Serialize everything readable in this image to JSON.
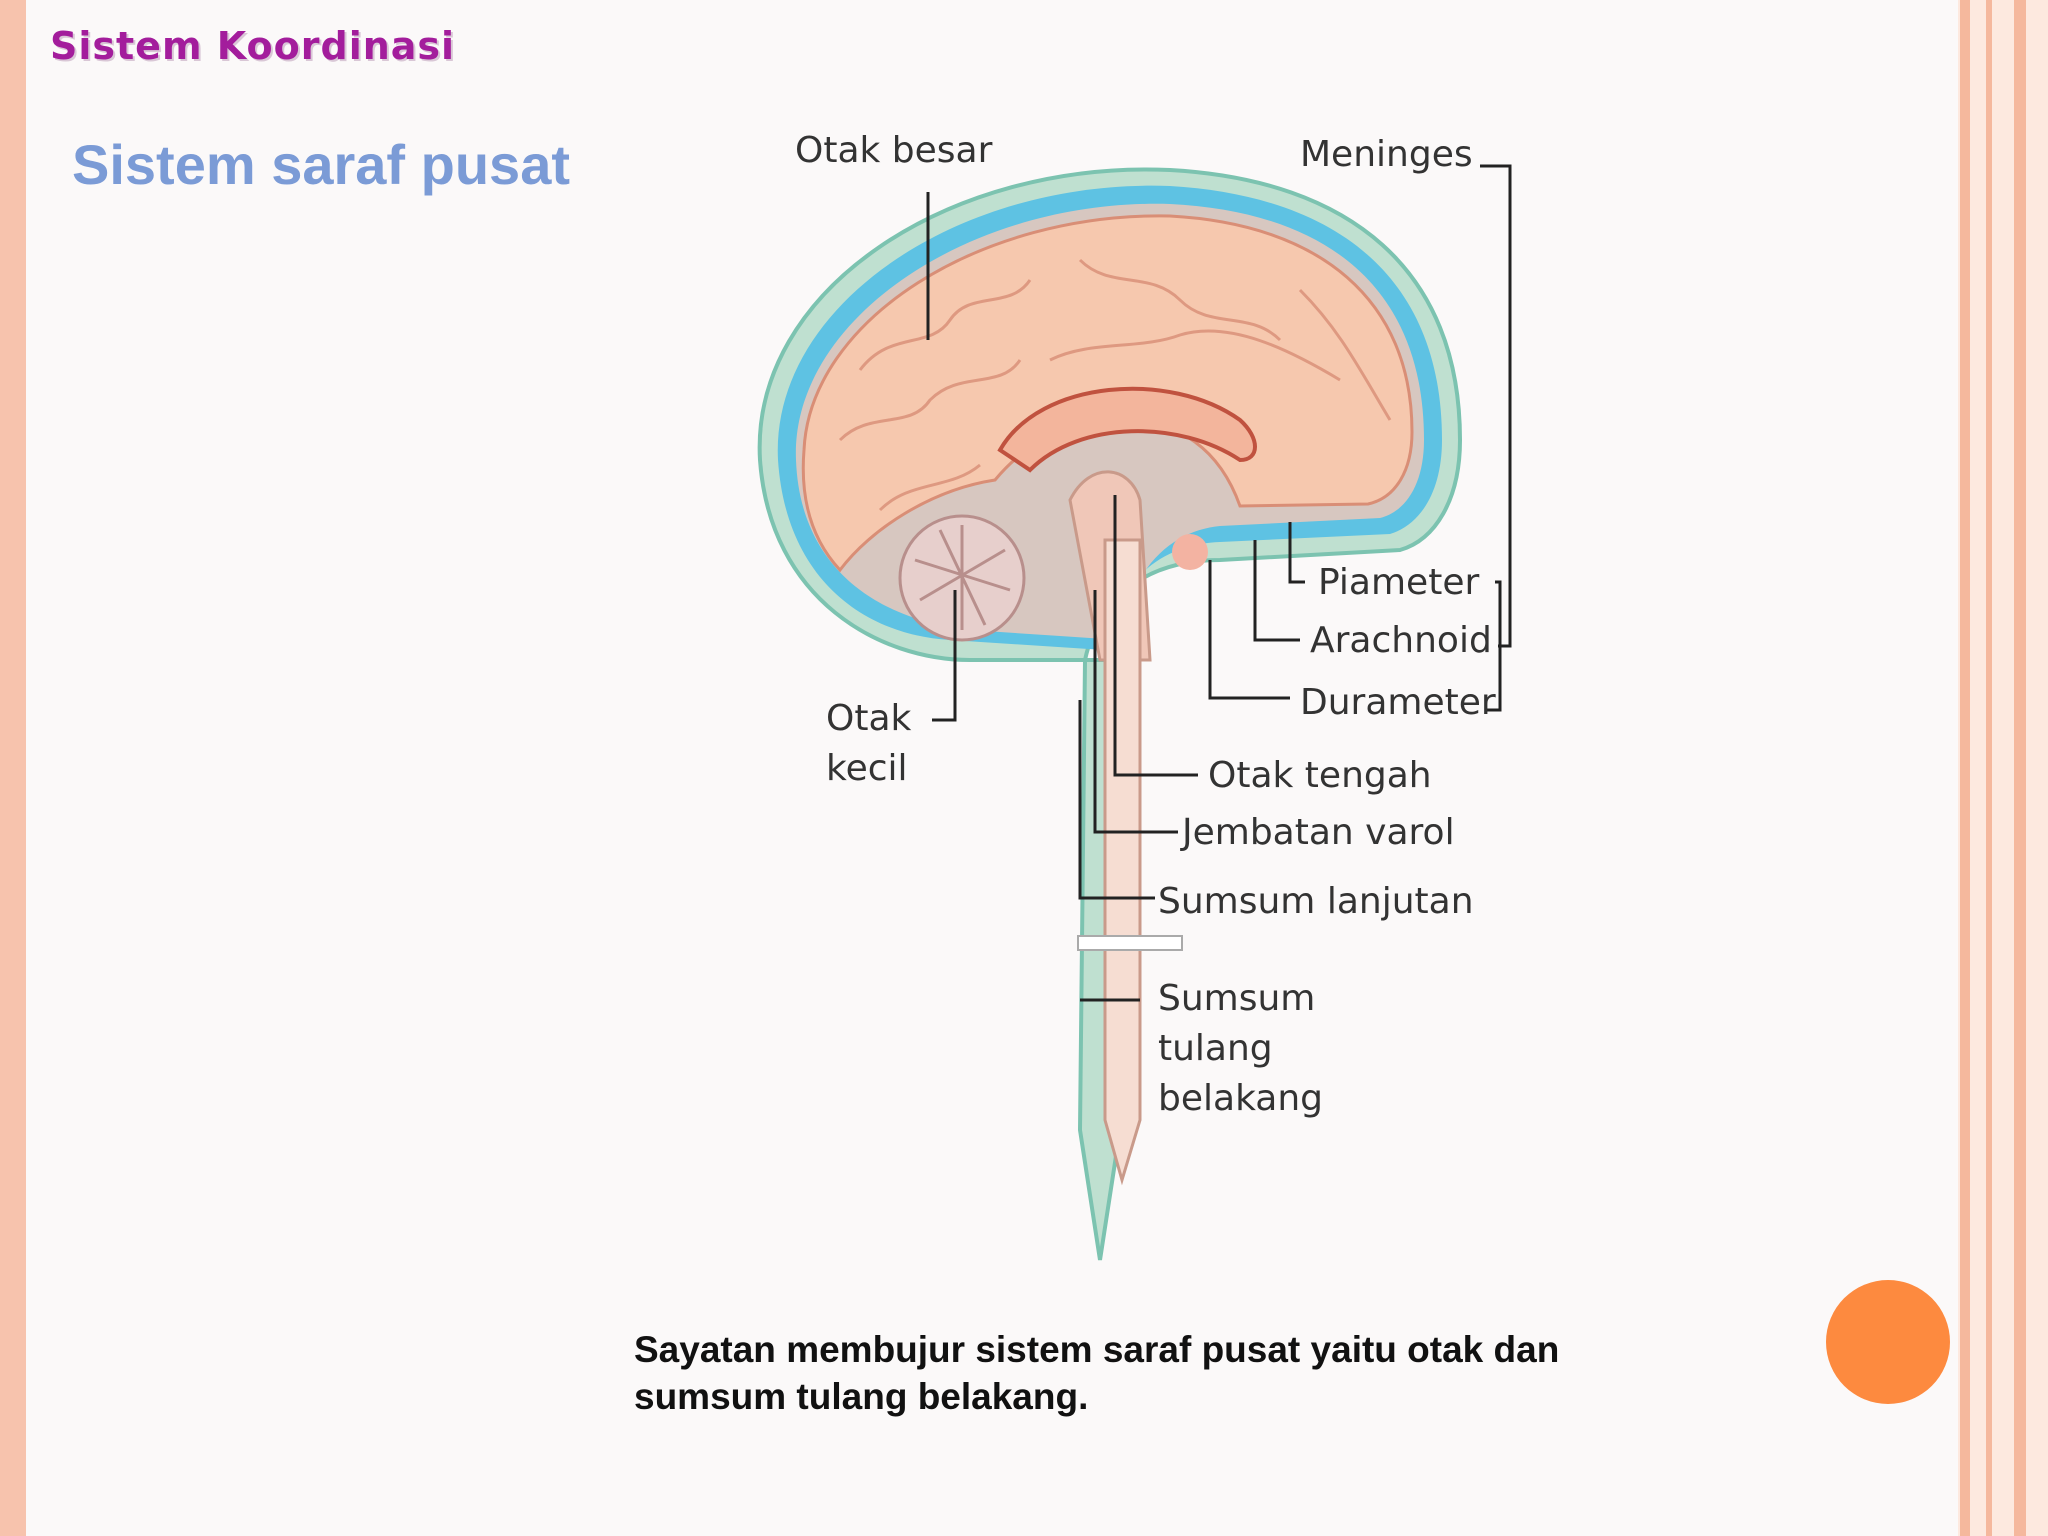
{
  "header": {
    "section_title": "Sistem Koordinasi"
  },
  "slide": {
    "title": "Sistem saraf pusat"
  },
  "diagram": {
    "labels": {
      "otak_besar": "Otak besar",
      "meninges": "Meninges",
      "piameter": "Piameter",
      "arachnoid": "Arachnoid",
      "durameter": "Durameter",
      "otak_kecil_line1": "Otak",
      "otak_kecil_line2": "kecil",
      "otak_tengah": "Otak tengah",
      "jembatan_varol": "Jembatan varol",
      "sumsum_lanjutan": "Sumsum lanjutan",
      "sumsum_line1": "Sumsum",
      "sumsum_line2": "tulang",
      "sumsum_line3": "belakang"
    }
  },
  "caption": {
    "text": "Sayatan membujur sistem saraf pusat yaitu otak dan sumsum tulang belakang."
  },
  "colors": {
    "header": "#a31d9c",
    "title": "#7b9bd6",
    "accent_dot": "#fd8a3f",
    "left_stripe": "#f7c3ad"
  }
}
